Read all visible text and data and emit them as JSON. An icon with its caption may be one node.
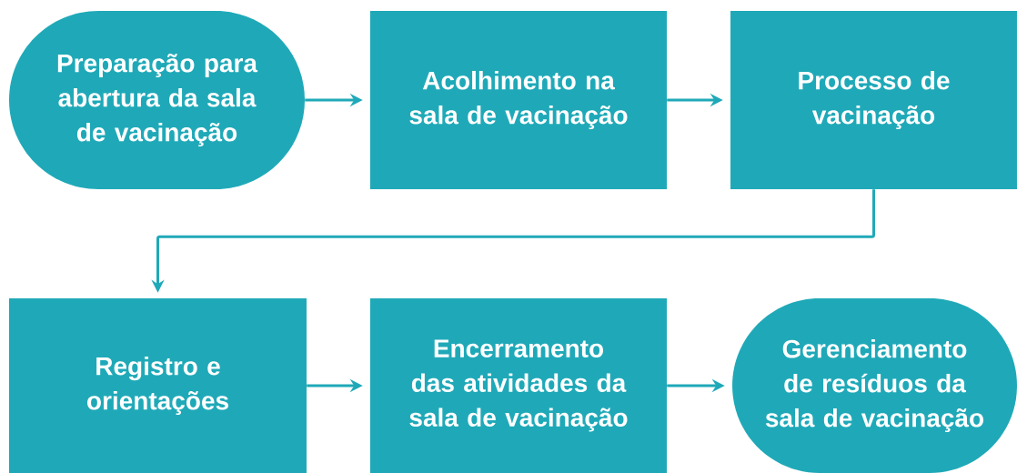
{
  "diagram": {
    "nodes": [
      {
        "text": [
          "Preparação para abertura da sala de vacinação"
        ]
      },
      {
        "text": [
          "Acolhimento na sala de vacinação"
        ]
      },
      {
        "text": [
          "Processo de vacinação"
        ]
      },
      {
        "text": [
          "Registro e orientações"
        ]
      },
      {
        "text": [
          "Encerramento das atividades da sala de vacinação"
        ]
      },
      {
        "text": [
          "Gerenciamento de resíduos da sala de vacinação"
        ]
      }
    ],
    "edges": [
      {
        "from": 0,
        "to": 1,
        "arrow": "to"
      },
      {
        "from": 1,
        "to": 2,
        "arrow": "to"
      },
      {
        "from": 2,
        "to": 3,
        "arrow": "to"
      },
      {
        "from": 3,
        "to": 4,
        "arrow": "to"
      },
      {
        "from": 4,
        "to": 5,
        "arrow": "to"
      }
    ]
  }
}
